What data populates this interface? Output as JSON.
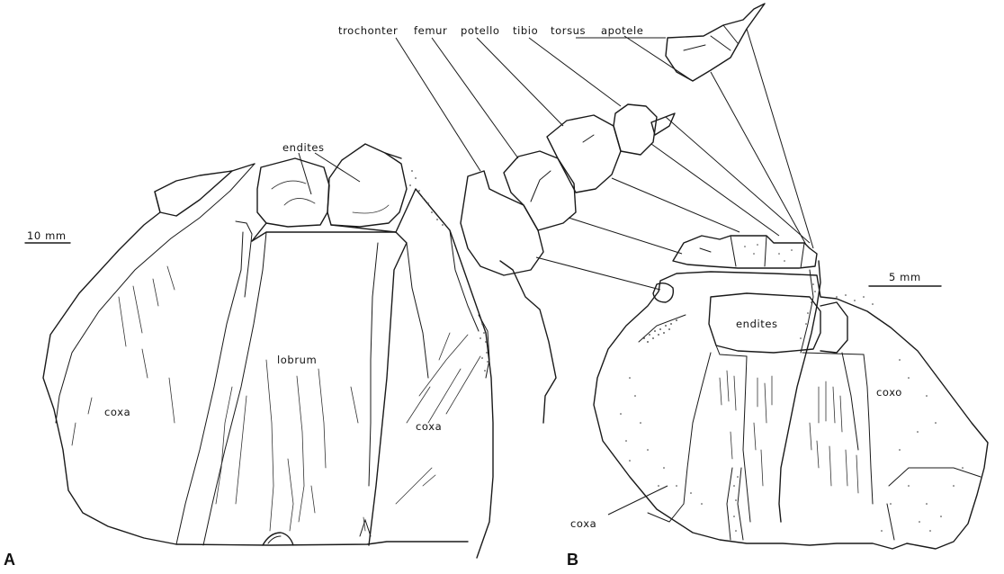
{
  "panels": {
    "a": "A",
    "b": "B"
  },
  "panel_a": {
    "endites": "endites",
    "labrum": "lobrum",
    "coxa_left": "coxa",
    "coxa_right": "coxa",
    "scale": "10 mm"
  },
  "panel_b": {
    "segments": {
      "trochanter": "trochonter",
      "femur": "femur",
      "patella": "potello",
      "tibia": "tibio",
      "tarsus": "torsus",
      "apotele": "apotele"
    },
    "endites": "endites",
    "coxa_right": "coxo",
    "coxa_lower": "coxa",
    "scale": "5 mm"
  }
}
